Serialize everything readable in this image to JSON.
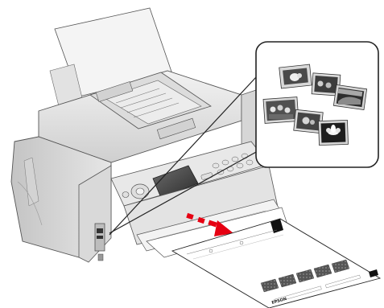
{
  "illustration": {
    "subject": "printer",
    "callout_photos": [
      "photo-dog",
      "photo-family",
      "photo-landscape",
      "photo-group",
      "photo-portrait",
      "photo-flower"
    ],
    "arrow_color": "#e60012",
    "printout_brand": "EPSON"
  }
}
